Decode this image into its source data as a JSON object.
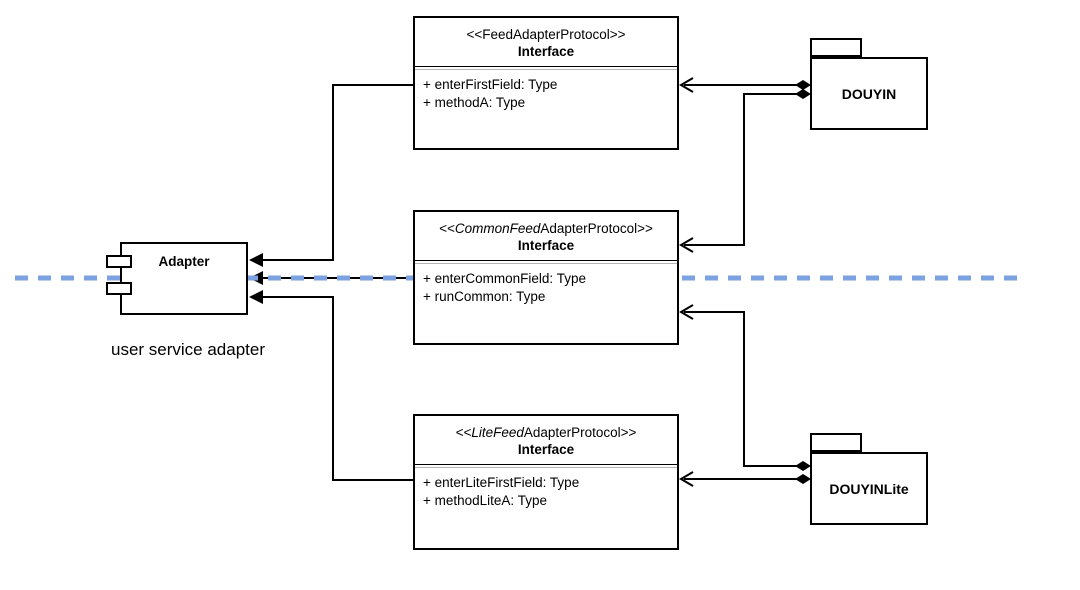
{
  "diagram": {
    "background_color": "#ffffff",
    "stroke_color": "#000000",
    "boundary_line_color": "#7DA2E1"
  },
  "adapter": {
    "label": "Adapter",
    "caption": "user service adapter"
  },
  "interfaces": [
    {
      "stereotype_italic": "",
      "stereotype_regular": "<<FeedAdapterProtocol>>",
      "name": "Interface",
      "members": [
        "+ enterFirstField: Type",
        "+ methodA: Type"
      ]
    },
    {
      "stereotype_italic": "<<CommonFeed",
      "stereotype_regular": "AdapterProtocol>>",
      "name": "Interface",
      "members": [
        "+ enterCommonField: Type",
        "+ runCommon: Type"
      ]
    },
    {
      "stereotype_italic": "<<LiteFeed",
      "stereotype_regular": "AdapterProtocol>>",
      "name": "Interface",
      "members": [
        "+ enterLiteFirstField: Type",
        "+ methodLiteA: Type"
      ]
    }
  ],
  "packages": [
    {
      "label": "DOUYIN"
    },
    {
      "label": "DOUYINLite"
    }
  ]
}
